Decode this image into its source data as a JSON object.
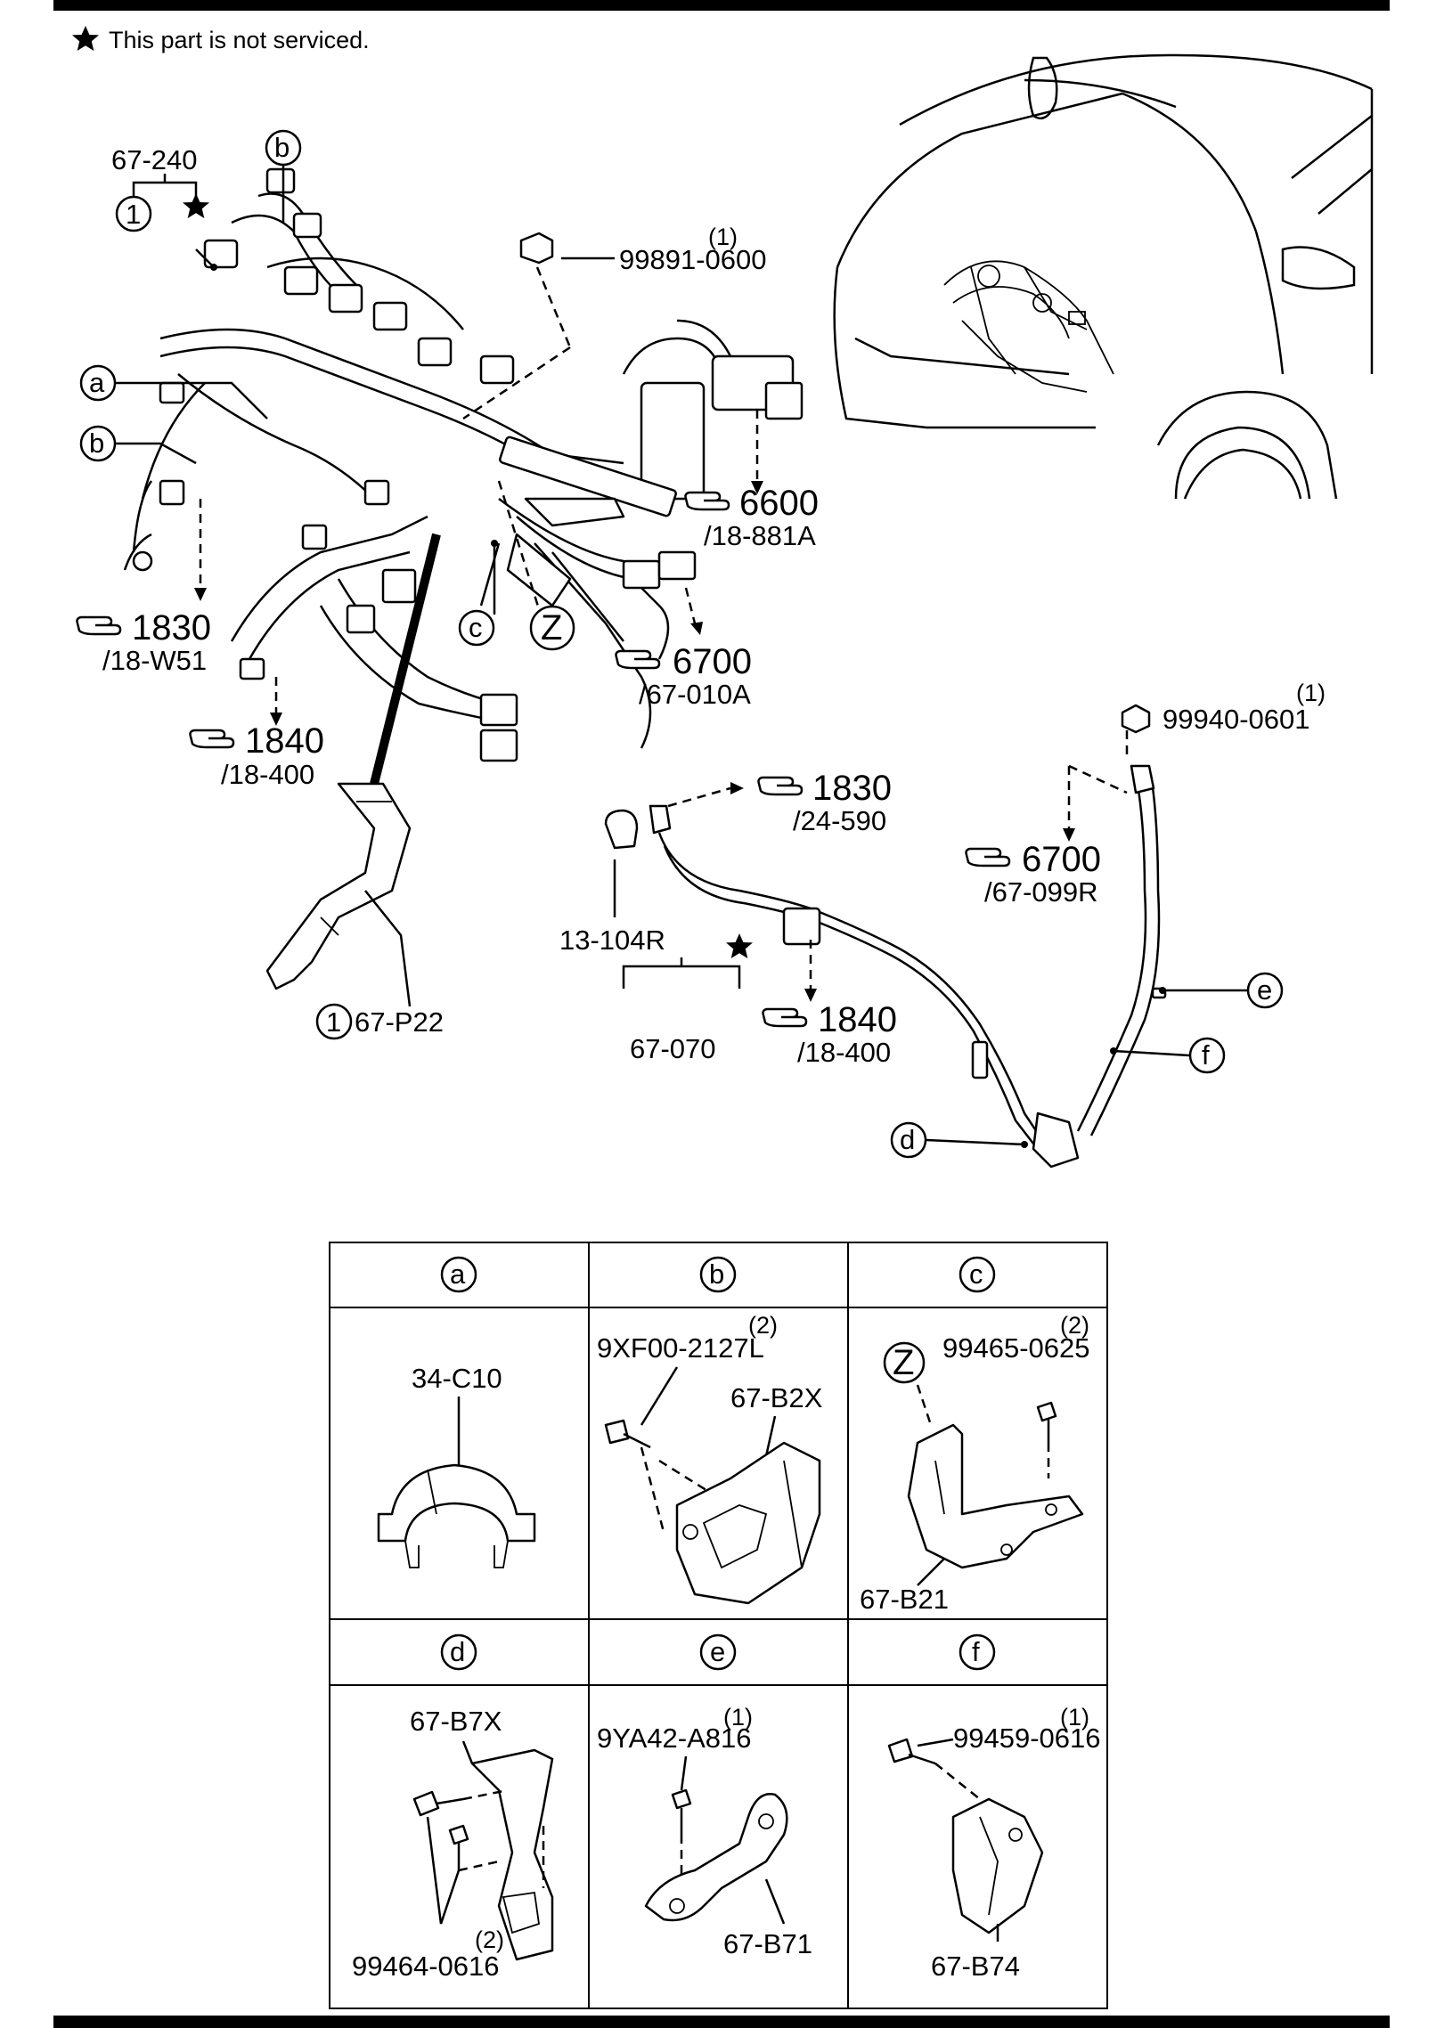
{
  "note": "This part is not serviced.",
  "labels": {
    "harness_main": "67-240",
    "harness_main_qty": "1",
    "nut_top": "99891-0600",
    "nut_top_qty": "(1)",
    "nut_right": "99940-0601",
    "nut_right_qty": "(1)",
    "cable_sub": "67-P22",
    "cable_sub_qty": "1",
    "battery_cable": "67-070",
    "terminal": "13-104R"
  },
  "callouts": {
    "a": "a",
    "b": "b",
    "c": "c",
    "d": "d",
    "e": "e",
    "f": "f",
    "z": "Z"
  },
  "refs": [
    {
      "num": "6600",
      "sub": "/18-881A"
    },
    {
      "num": "1830",
      "sub": "/18-W51"
    },
    {
      "num": "1840",
      "sub": "/18-400"
    },
    {
      "num": "6700",
      "sub": "/67-010A"
    },
    {
      "num": "1830",
      "sub": "/24-590"
    },
    {
      "num": "6700",
      "sub": "/67-099R"
    },
    {
      "num": "1840",
      "sub": "/18-400"
    }
  ],
  "table": {
    "headers": [
      "a",
      "b",
      "c",
      "d",
      "e",
      "f"
    ],
    "a": {
      "part": "34-C10"
    },
    "b": {
      "bolt": "9XF00-2127L",
      "bolt_qty": "(2)",
      "part": "67-B2X"
    },
    "c": {
      "zone": "Z",
      "bolt": "99465-0625",
      "bolt_qty": "(2)",
      "part": "67-B21"
    },
    "d": {
      "part": "67-B7X",
      "bolt": "99464-0616",
      "bolt_qty": "(2)"
    },
    "e": {
      "bolt": "9YA42-A816",
      "bolt_qty": "(1)",
      "part": "67-B71"
    },
    "f": {
      "bolt": "99459-0616",
      "bolt_qty": "(1)",
      "part": "67-B74"
    }
  },
  "icons": [
    "star-icon",
    "hand-pointer-icon"
  ]
}
